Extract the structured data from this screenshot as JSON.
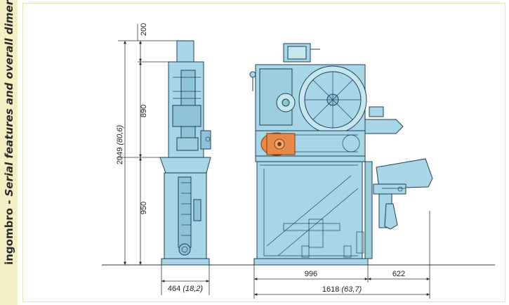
{
  "side_title": {
    "bold": "ingombro -",
    "italic": "Serial features and overall dimer"
  },
  "dimensions": {
    "height_total": "2049",
    "height_total_inch": "(80,6)",
    "height_top": "200",
    "height_upper": "890",
    "height_lower": "950",
    "width_side": "464",
    "width_side_inch": "(18,2)",
    "width_body": "996",
    "width_extension": "622",
    "width_total": "1618",
    "width_total_inch": "(63,7)"
  },
  "colors": {
    "machine_fill": "#a9d6e6",
    "machine_stroke": "#1f3f57",
    "motor": "#e8894a",
    "side_band": "#f3eec4"
  }
}
